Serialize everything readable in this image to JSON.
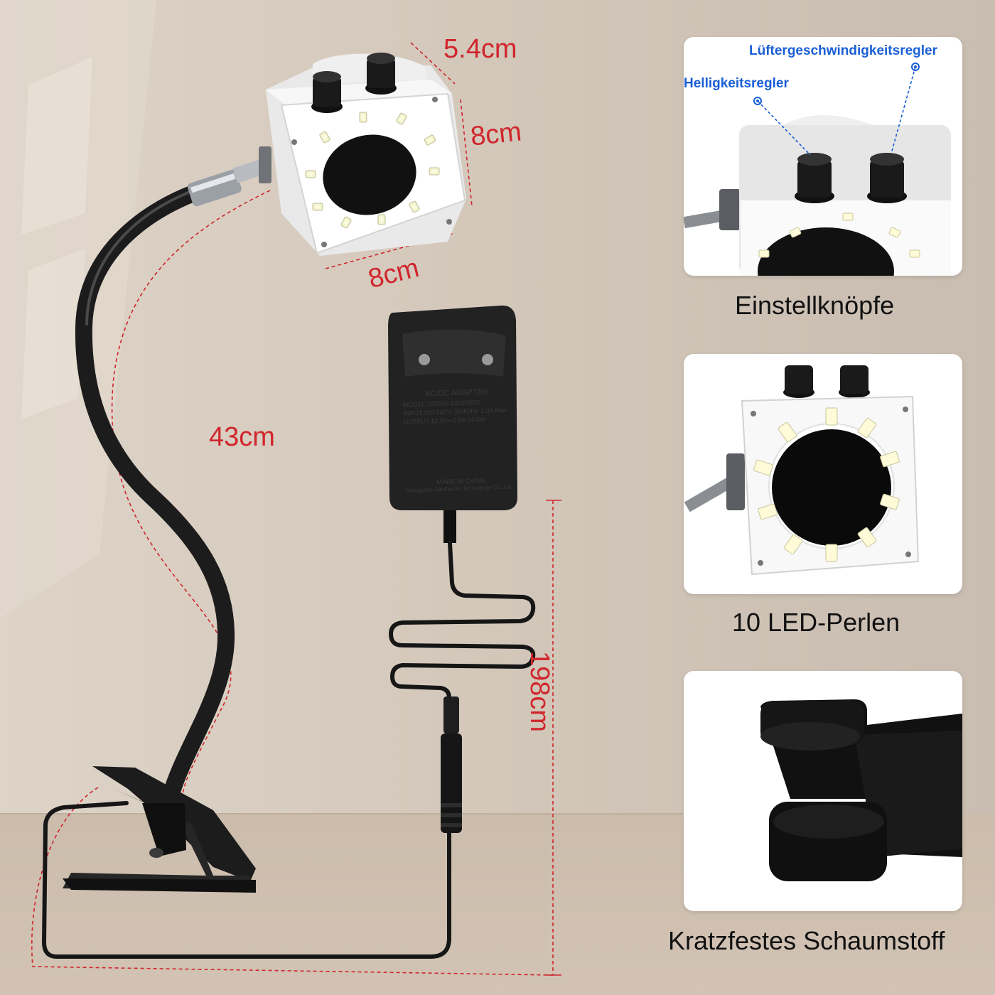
{
  "dimensions": {
    "depth": "5.4cm",
    "height": "8cm",
    "width": "8cm",
    "gooseneck": "43cm",
    "cable": "198cm"
  },
  "adapter": {
    "lines": [
      "AC/DC ADAPTER",
      "MODEL:GFDA5-1202000G",
      "INPUT:100-240V~50/60Hz 1.0A Max",
      "OUTPUT:12.0V⎓2.0A  24.0W",
      "MADE IN CHINA",
      "Dongguan GanFanJin Technology Co.,Ltd"
    ]
  },
  "panels": {
    "knobs": {
      "caption": "Einstellknöpfe",
      "callout_fan": "Lüftergeschwindigkeitsregler",
      "callout_brightness": "Helligkeitsregler"
    },
    "leds": {
      "caption": "10 LED-Perlen"
    },
    "foam": {
      "caption": "Kratzfestes Schaumstoff"
    }
  },
  "colors": {
    "background": "#d3c8bc",
    "dimension_red": "#d0262c",
    "callout_blue": "#1a5fd6"
  }
}
